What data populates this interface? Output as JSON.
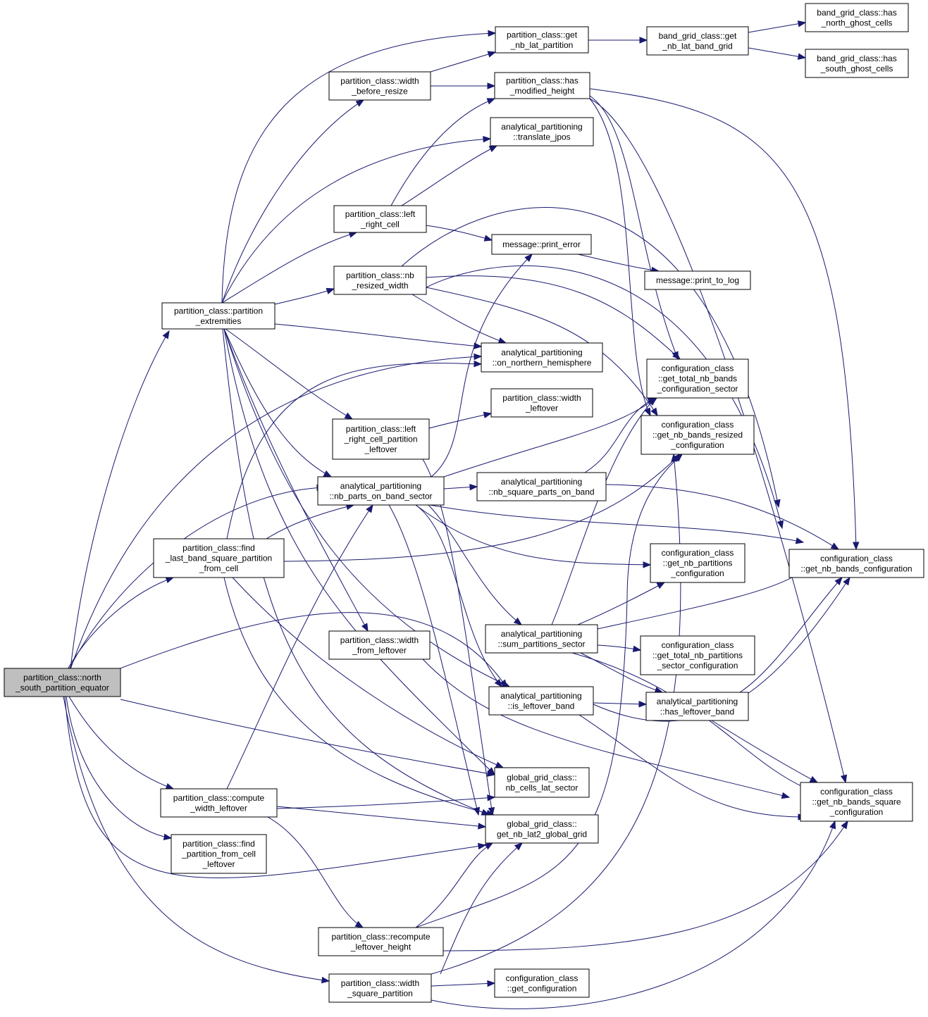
{
  "diagram": {
    "kind": "call graph",
    "colors": {
      "edge": "#191970",
      "node_fill": "#ffffff",
      "root_fill": "#bfbfbf",
      "node_border": "#000000"
    },
    "nodes": [
      {
        "id": "root",
        "lines": [
          "partition_class::north",
          "_south_partition_equator"
        ],
        "highlighted": true
      },
      {
        "id": "pe",
        "lines": [
          "partition_class::partition",
          "_extremities"
        ]
      },
      {
        "id": "flb",
        "lines": [
          "partition_class::find",
          "_last_band_square_partition",
          "_from_cell"
        ]
      },
      {
        "id": "cwl",
        "lines": [
          "partition_class::compute",
          "_width_leftover"
        ]
      },
      {
        "id": "fpc",
        "lines": [
          "partition_class::find",
          "_partition_from_cell",
          "_leftover"
        ]
      },
      {
        "id": "gnlp",
        "lines": [
          "partition_class::get",
          "_nb_lat_partition"
        ]
      },
      {
        "id": "wbr",
        "lines": [
          "partition_class::width",
          "_before_resize"
        ]
      },
      {
        "id": "hmh",
        "lines": [
          "partition_class::has",
          "_modified_height"
        ]
      },
      {
        "id": "tj",
        "lines": [
          "analytical_partitioning",
          "::translate_jpos"
        ]
      },
      {
        "id": "lrc",
        "lines": [
          "partition_class::left",
          "_right_cell"
        ]
      },
      {
        "id": "pr",
        "lines": [
          "message::print_error"
        ]
      },
      {
        "id": "nrw",
        "lines": [
          "partition_class::nb",
          "_resized_width"
        ]
      },
      {
        "id": "onh",
        "lines": [
          "analytical_partitioning",
          "::on_northern_hemisphere"
        ]
      },
      {
        "id": "wl",
        "lines": [
          "partition_class::width",
          "_leftover"
        ]
      },
      {
        "id": "lrcpl",
        "lines": [
          "partition_class::left",
          "_right_cell_partition",
          "_leftover"
        ]
      },
      {
        "id": "npbs",
        "lines": [
          "analytical_partitioning",
          "::nb_parts_on_band_sector"
        ]
      },
      {
        "id": "nspb",
        "lines": [
          "analytical_partitioning",
          "::nb_square_parts_on_band"
        ]
      },
      {
        "id": "wfl",
        "lines": [
          "partition_class::width",
          "_from_leftover"
        ]
      },
      {
        "id": "sps",
        "lines": [
          "analytical_partitioning",
          "::sum_partitions_sector"
        ]
      },
      {
        "id": "ilb",
        "lines": [
          "analytical_partitioning",
          "::is_leftover_band"
        ]
      },
      {
        "id": "gncl",
        "lines": [
          "global_grid_class::",
          "nb_cells_lat_sector"
        ]
      },
      {
        "id": "gnl2",
        "lines": [
          "global_grid_class::",
          "get_nb_lat2_global_grid"
        ]
      },
      {
        "id": "rlh",
        "lines": [
          "partition_class::recompute",
          "_leftover_height"
        ]
      },
      {
        "id": "wsp",
        "lines": [
          "partition_class::width",
          "_square_partition"
        ]
      },
      {
        "id": "gc",
        "lines": [
          "configuration_class",
          "::get_configuration"
        ]
      },
      {
        "id": "bgl",
        "lines": [
          "band_grid_class::get",
          "_nb_lat_band_grid"
        ]
      },
      {
        "id": "hng",
        "lines": [
          "band_grid_class::has",
          "_north_ghost_cells"
        ]
      },
      {
        "id": "hsg",
        "lines": [
          "band_grid_class::has",
          "_south_ghost_cells"
        ]
      },
      {
        "id": "ptl",
        "lines": [
          "message::print_to_log"
        ]
      },
      {
        "id": "gtnb",
        "lines": [
          "configuration_class",
          "::get_total_nb_bands",
          "_configuration_sector"
        ]
      },
      {
        "id": "gnbr",
        "lines": [
          "configuration_class",
          "::get_nb_bands_resized",
          "_configuration"
        ]
      },
      {
        "id": "gnpc",
        "lines": [
          "configuration_class",
          "::get_nb_partitions",
          "_configuration"
        ]
      },
      {
        "id": "gtnp",
        "lines": [
          "configuration_class",
          "::get_total_nb_partitions",
          "_sector_configuration"
        ]
      },
      {
        "id": "hlb",
        "lines": [
          "analytical_partitioning",
          "::has_leftover_band"
        ]
      },
      {
        "id": "gnbc",
        "lines": [
          "configuration_class",
          "::get_nb_bands_configuration"
        ]
      },
      {
        "id": "gnbs",
        "lines": [
          "configuration_class",
          "::get_nb_bands_square",
          "_configuration"
        ]
      }
    ]
  }
}
